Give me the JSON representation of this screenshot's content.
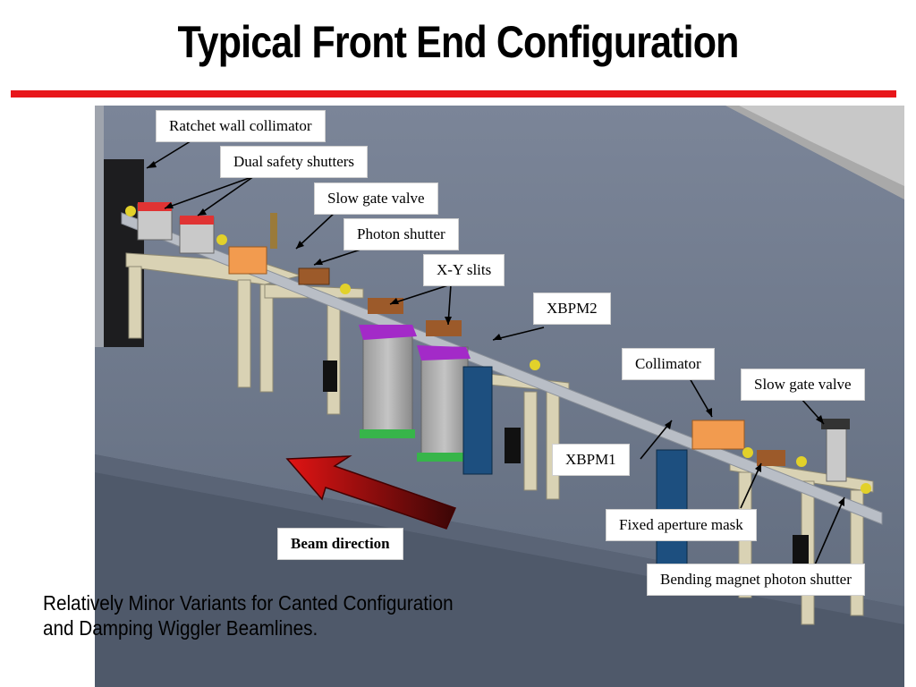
{
  "title": "Typical Front End Configuration",
  "colors": {
    "accent_line": "#e8161a",
    "floor": "#6e7a8c",
    "beam_arrow": "#c81010"
  },
  "labels": {
    "ratchet_wall_collimator": "Ratchet wall collimator",
    "dual_safety_shutters": "Dual safety shutters",
    "slow_gate_valve_1": "Slow gate valve",
    "photon_shutter": "Photon shutter",
    "xy_slits": "X-Y slits",
    "xbpm2": "XBPM2",
    "collimator": "Collimator",
    "slow_gate_valve_2": "Slow gate valve",
    "xbpm1": "XBPM1",
    "fixed_aperture_mask": "Fixed aperture mask",
    "bending_magnet_photon_shutter": "Bending magnet photon shutter",
    "beam_direction": "Beam direction"
  },
  "caption": {
    "line1": "Relatively Minor Variants for Canted Configuration",
    "line2": "and Damping Wiggler Beamlines."
  }
}
